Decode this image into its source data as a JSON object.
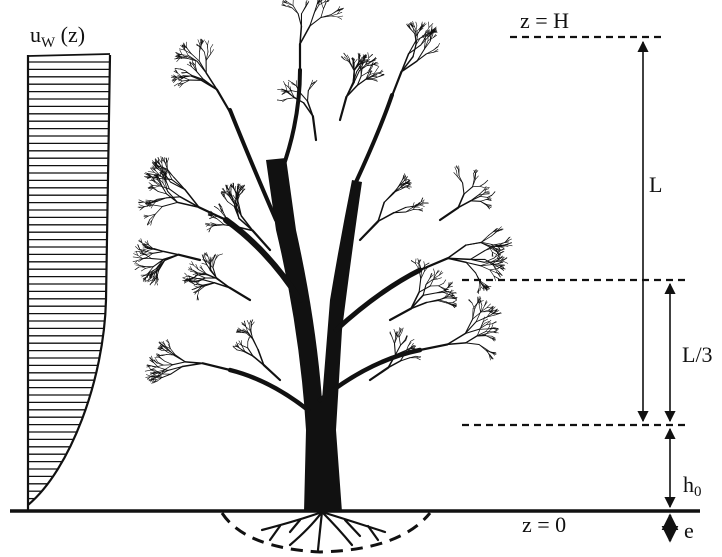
{
  "profile": {
    "symbol": "u",
    "subscript": "W",
    "argument": "(z)"
  },
  "labels": {
    "top": "z = H",
    "crown_length": "L",
    "third": "L/3",
    "height_base": "h",
    "height_sub": "0",
    "ground": "z = 0",
    "root_depth": "e"
  },
  "colors": {
    "ink": "#111111",
    "background": "#ffffff"
  }
}
